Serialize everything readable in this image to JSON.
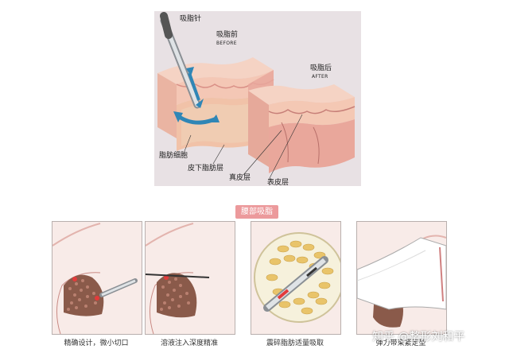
{
  "top_diagram": {
    "labels": {
      "cannula": "吸脂针",
      "before_cn": "吸脂前",
      "before_en": "BEFORE",
      "after_cn": "吸脂后",
      "after_en": "AFTER",
      "fat_cells": "脂肪细胞",
      "subcutaneous_fat": "皮下脂肪层",
      "dermis": "真皮层",
      "epidermis": "表皮层"
    }
  },
  "section_title": "腰部吸脂",
  "steps": [
    {
      "caption": "精确设计，微小切口"
    },
    {
      "caption": "溶液注入深度精准"
    },
    {
      "caption": "震碎脂肪适量吸取"
    },
    {
      "caption": "弹力带束紧定型"
    }
  ],
  "watermark": "知乎 @整形刘和平",
  "colors": {
    "diagram_bg": "#e8e1e4",
    "badge": "#ec9a9c",
    "skin": "#f2c9b9",
    "fat": "#e9a79b",
    "arrow": "#2f86b6",
    "fat_cluster": "#8a5a4a"
  }
}
